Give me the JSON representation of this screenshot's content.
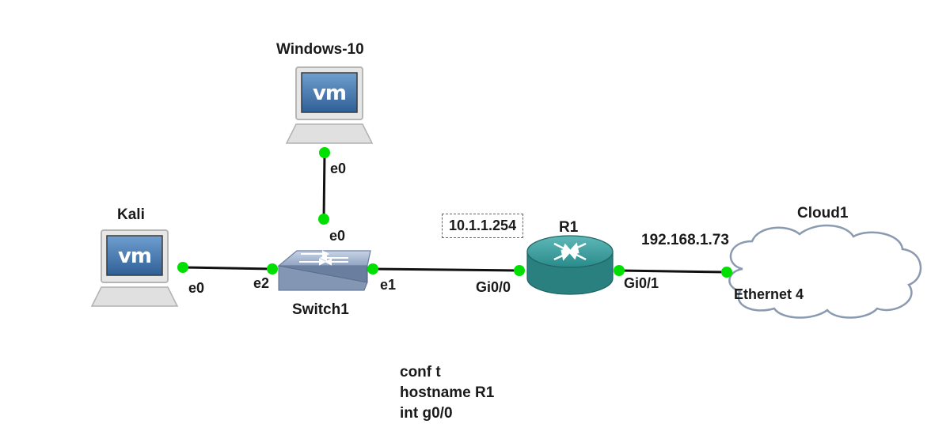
{
  "nodes": {
    "windows": {
      "name": "Windows-10",
      "icon": "vm-workstation-icon"
    },
    "kali": {
      "name": "Kali",
      "icon": "vm-workstation-icon"
    },
    "switch": {
      "name": "Switch1",
      "icon": "ethernet-switch-icon"
    },
    "router": {
      "name": "R1",
      "icon": "router-icon"
    },
    "cloud": {
      "name": "Cloud1",
      "icon": "cloud-icon"
    }
  },
  "interfaces": {
    "windows_e0": "e0",
    "switch_e0": "e0",
    "kali_e0": "e0",
    "switch_e2": "e2",
    "switch_e1": "e1",
    "router_gi00": "Gi0/0",
    "router_gi01": "Gi0/1",
    "cloud_eth": "Ethernet 4"
  },
  "notes": {
    "router_ip": "10.1.1.254",
    "cloud_ip": "192.168.1.73"
  },
  "config_lines": [
    "conf t",
    "hostname R1",
    "int g0/0"
  ],
  "colors": {
    "port": "#00e000",
    "link": "#111111",
    "router": "#2a8a8a",
    "switch": "#7f95b5",
    "cloud_stroke": "#8a9ab0"
  }
}
